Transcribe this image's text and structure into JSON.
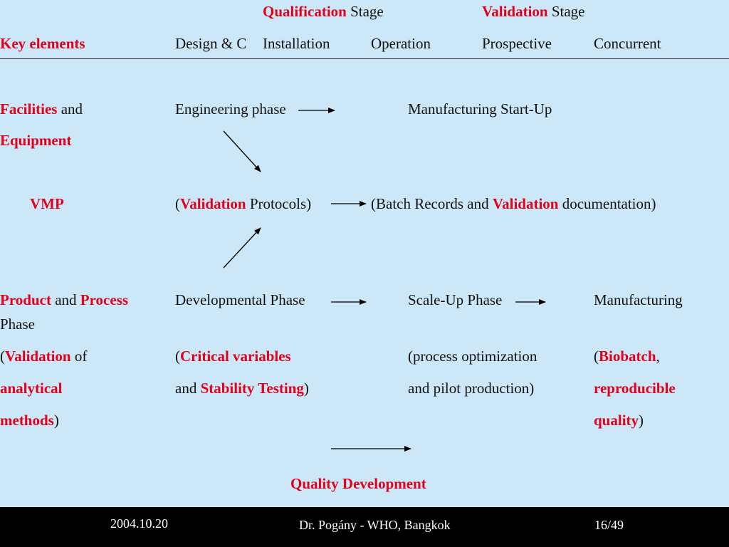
{
  "header": {
    "qualification_word": "Qualification",
    "qualification_stage": " Stage",
    "validation_word": "Validation",
    "validation_stage": " Stage",
    "key_elements": "Key elements",
    "col_design": "Design & C",
    "col_installation": "Installation",
    "col_operation": "Operation",
    "col_prospective": "Prospective",
    "col_concurrent": "Concurrent"
  },
  "facilities_row": {
    "label_facilities": "Facilities",
    "label_and": " and",
    "label_equipment": "Equipment",
    "engineering_phase": "Engineering phase",
    "manufacturing_startup": "Manufacturing Start-Up"
  },
  "vmp_row": {
    "label": "VMP",
    "protocols_open": "(",
    "protocols_red": "Validation",
    "protocols_rest": " Protocols)",
    "batch_text": "(Batch Records and ",
    "batch_red": "Validation",
    "batch_rest": " documentation)"
  },
  "product_row": {
    "label_product": "Product",
    "label_and": " and ",
    "label_process": "Process",
    "label_phase": "Phase",
    "developmental": "Developmental Phase",
    "scaleup": "Scale-Up Phase",
    "manufacturing": "Manufacturing"
  },
  "details": {
    "c1_line1_open": "(",
    "c1_line1_red": "Validation",
    "c1_line1_rest": " of",
    "c1_line2": "analytical",
    "c1_line3_red": "methods",
    "c1_line3_close": ")",
    "c2_line1_open": "(",
    "c2_line1_red": "Critical variables",
    "c2_line2_and": "and ",
    "c2_line2_red": "Stability Testing",
    "c2_line2_close": ")",
    "c3_line1": "(process optimization",
    "c3_line2": "and pilot production)",
    "c4_line1_open": "(",
    "c4_line1_red": "Biobatch",
    "c4_line1_comma": ",",
    "c4_line2": "reproducible",
    "c4_line3_red": "quality",
    "c4_line3_close": ")"
  },
  "quality_development": "Quality Development",
  "footer": {
    "date": "2004.10.20",
    "author": "Dr. Pogány - WHO, Bangkok",
    "page": "16/49"
  },
  "colors": {
    "accent": "#e2001a",
    "background": "#cce8f8",
    "footer_bg": "#000000"
  }
}
